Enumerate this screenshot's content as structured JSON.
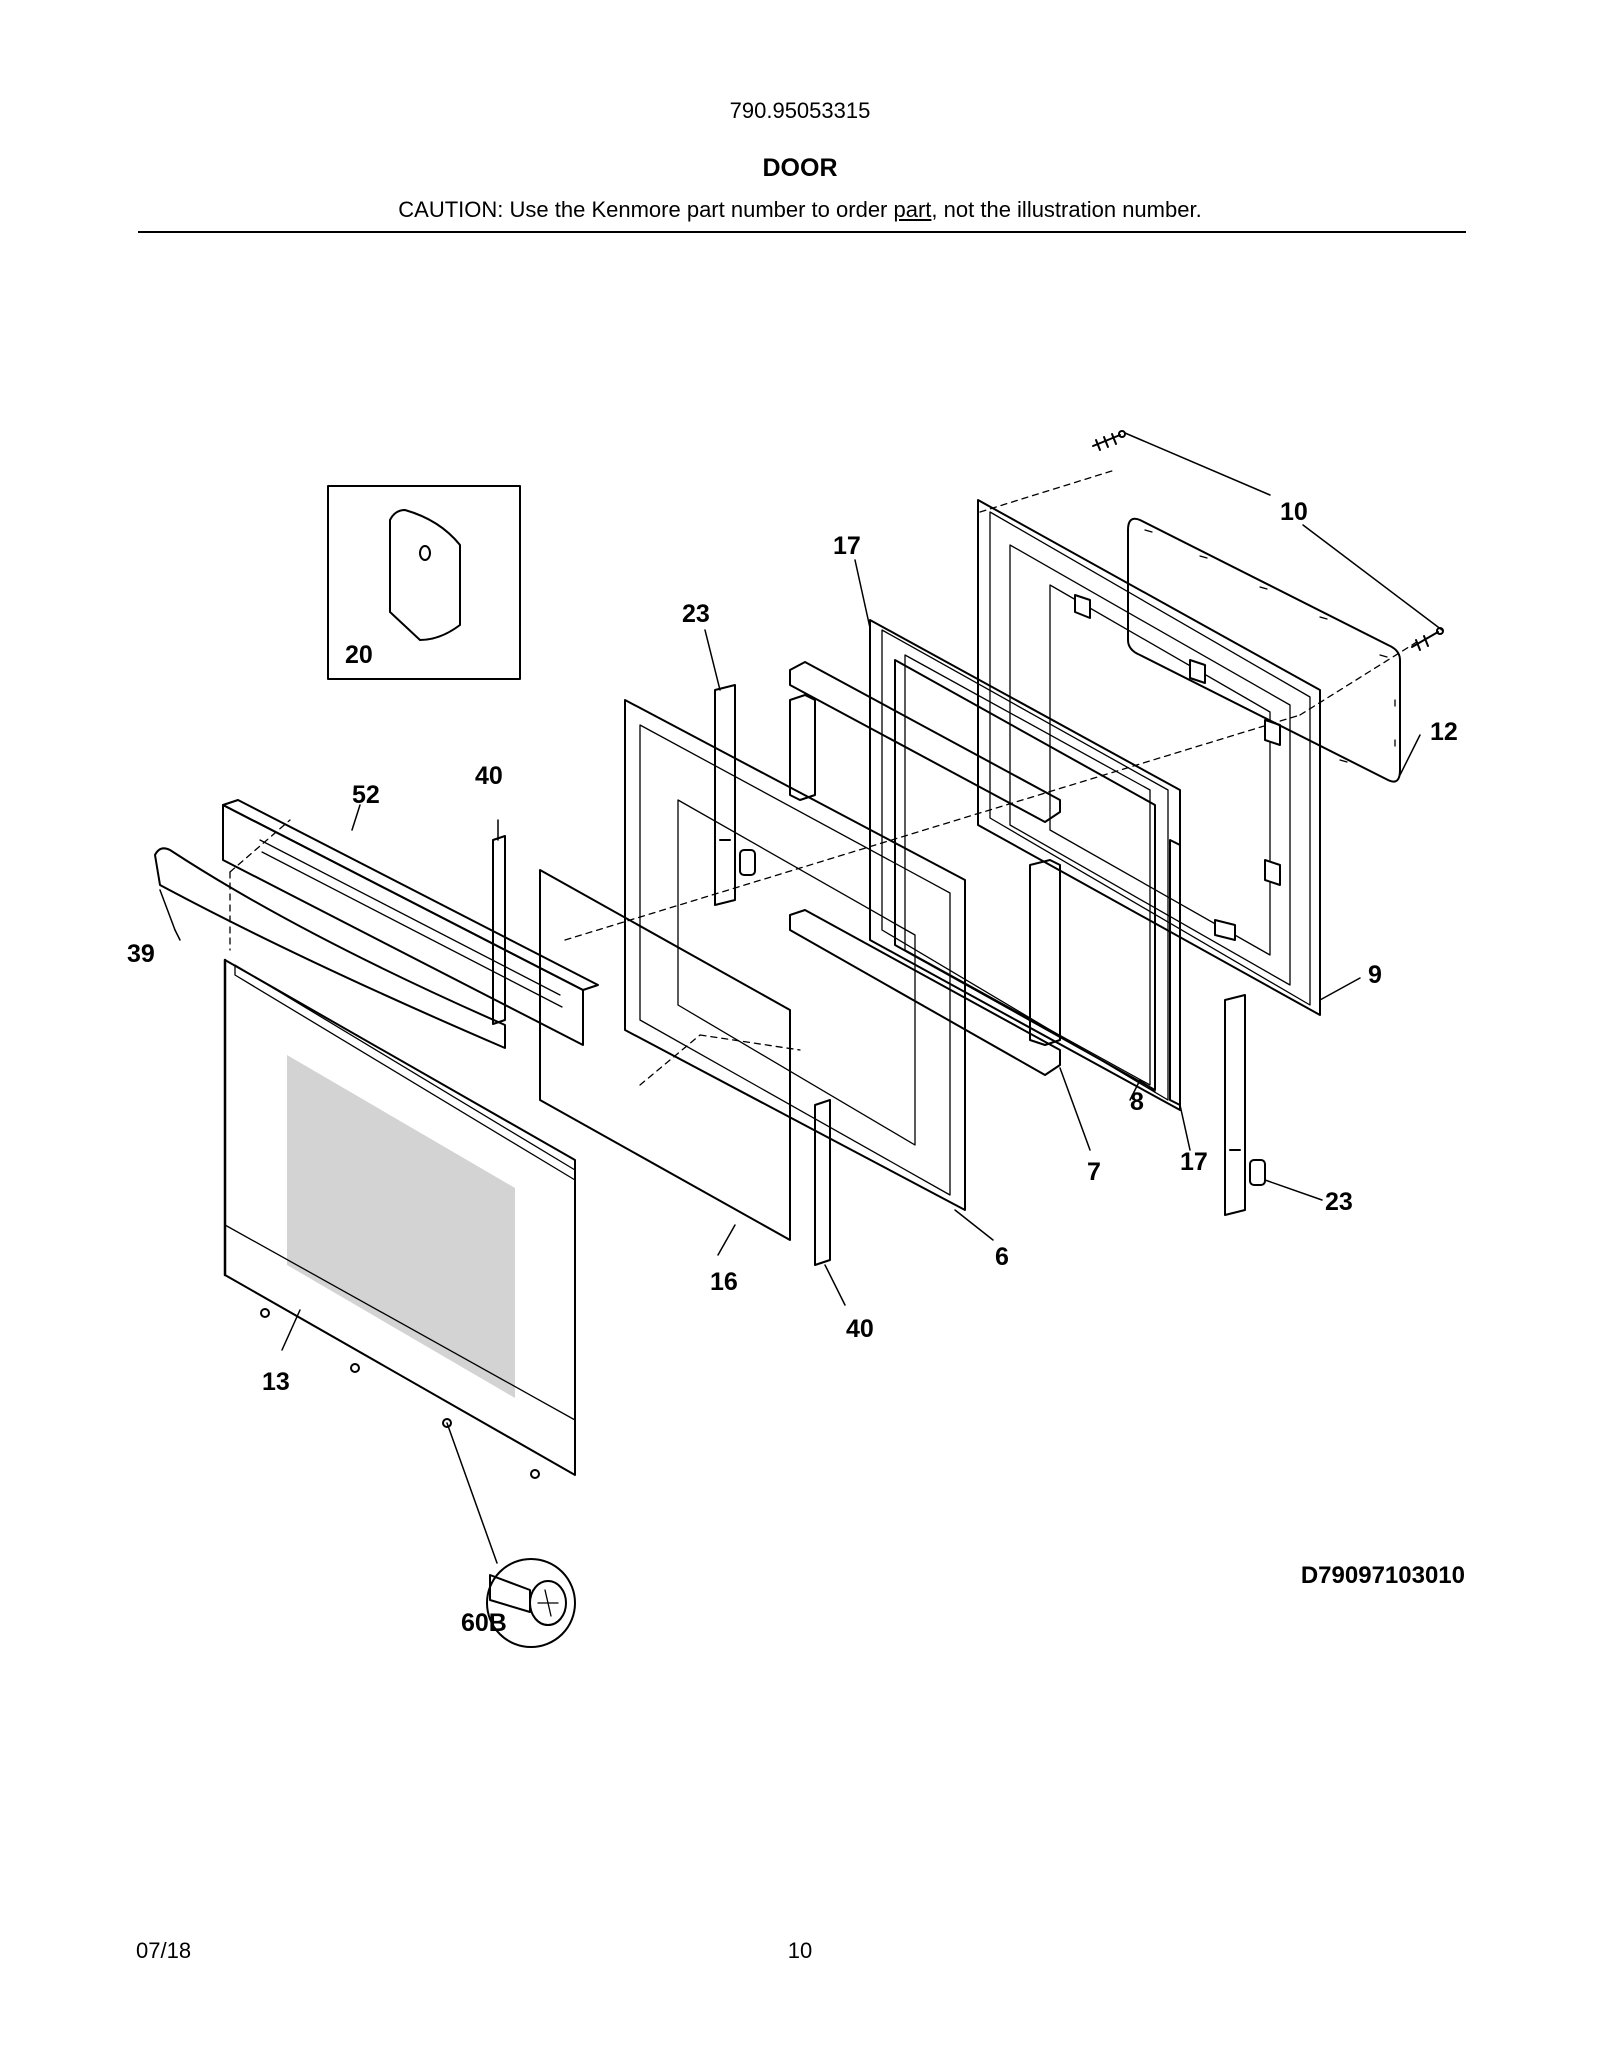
{
  "header": {
    "model_number": "790.95053315",
    "section_title": "DOOR",
    "caution_prefix": "CAUTION: Use the Kenmore part number to order ",
    "caution_underlined": "part",
    "caution_suffix": ", not the illustration number."
  },
  "diagram": {
    "callouts": [
      "10",
      "10",
      "17",
      "23",
      "12",
      "40",
      "52",
      "39",
      "9",
      "8",
      "7",
      "17",
      "23",
      "6",
      "16",
      "40",
      "13",
      "60B",
      "20"
    ],
    "drawing_code": "D79097103010"
  },
  "footer": {
    "date": "07/18",
    "page_number": "10"
  }
}
